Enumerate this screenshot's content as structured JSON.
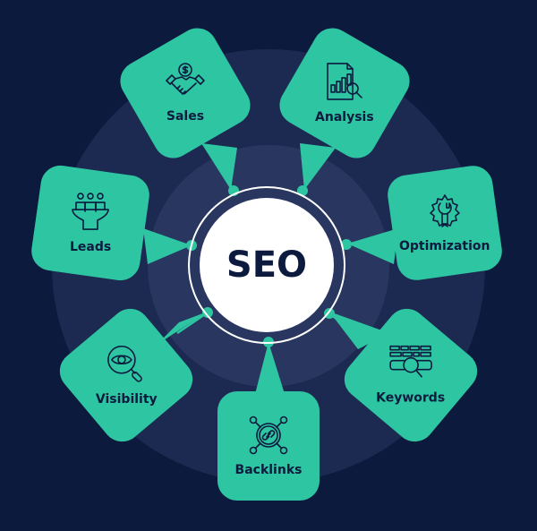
{
  "center": {
    "label": "SEO"
  },
  "colors": {
    "background": "#0c1a3e",
    "outer_ring": "#1c2a52",
    "inner_ring": "#283660",
    "card": "#2ec6a2",
    "text": "#0c1a3e",
    "center": "#ffffff"
  },
  "nodes": [
    {
      "label": "Sales",
      "icon": "handshake-dollar-icon"
    },
    {
      "label": "Analysis",
      "icon": "report-magnifier-icon"
    },
    {
      "label": "Optimization",
      "icon": "gear-wrench-icon"
    },
    {
      "label": "Keywords",
      "icon": "keyboard-search-icon"
    },
    {
      "label": "Backlinks",
      "icon": "link-network-icon"
    },
    {
      "label": "Visibility",
      "icon": "eye-search-icon"
    },
    {
      "label": "Leads",
      "icon": "funnel-people-icon"
    }
  ]
}
